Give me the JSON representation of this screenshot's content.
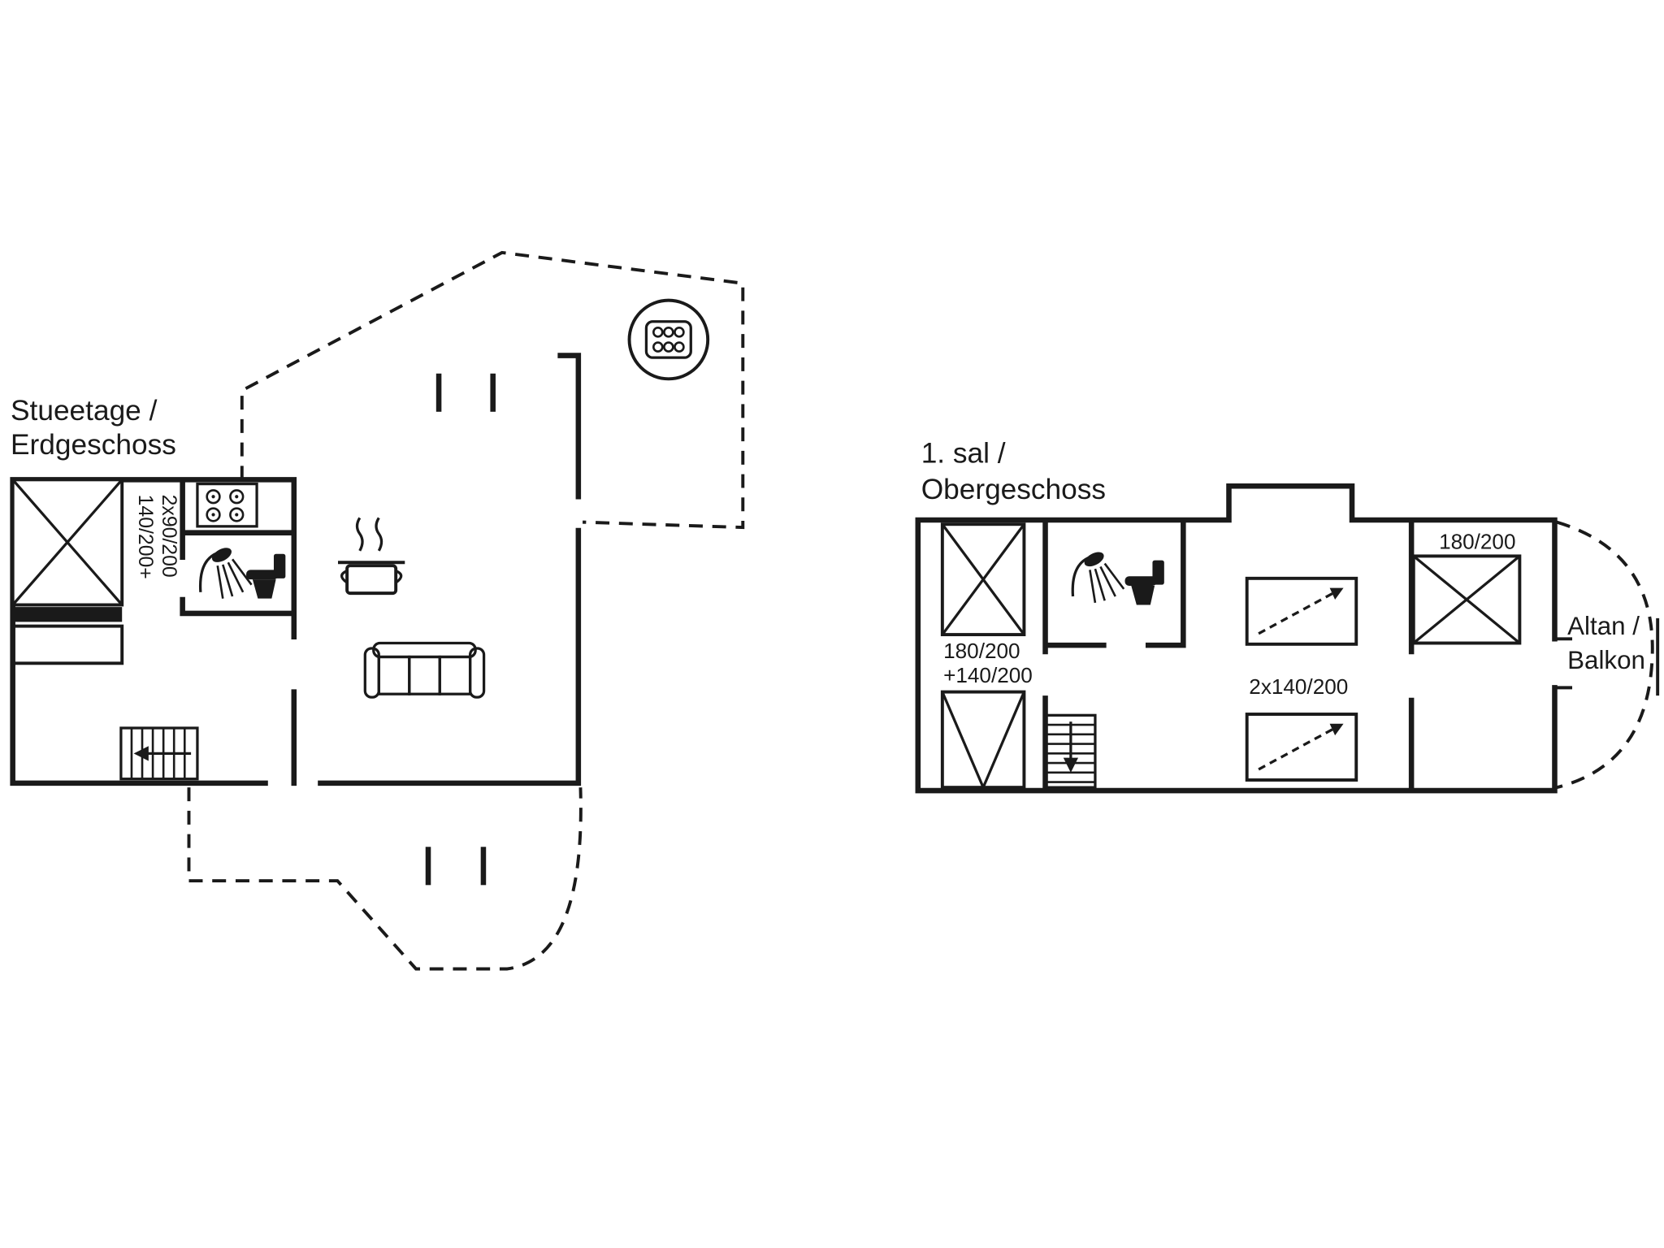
{
  "colors": {
    "wall": "#1a1a1a",
    "background": "#ffffff"
  },
  "ground_floor": {
    "title_line1": "Stueetage /",
    "title_line2": "Erdgeschoss",
    "bed_label_col1": "140/200+",
    "bed_label_col2": "2x90/200"
  },
  "first_floor": {
    "title_line1": "1. sal /",
    "title_line2": "Obergeschoss",
    "left_bed_label_line1": "180/200",
    "left_bed_label_line2": "+140/200",
    "center_beds_label": "2x140/200",
    "right_bed_label": "180/200",
    "balcony_label_line1": "Altan /",
    "balcony_label_line2": "Balkon"
  },
  "icons": {
    "hot_tub": "hot-tub-icon",
    "kitchen_stove": "kitchen-stove-icon",
    "cooking_pot": "cooking-pot-icon",
    "shower": "shower-icon",
    "toilet": "toilet-icon",
    "sofa": "sofa-icon",
    "stairs": "stairs-icon",
    "bed": "bed-icon"
  }
}
